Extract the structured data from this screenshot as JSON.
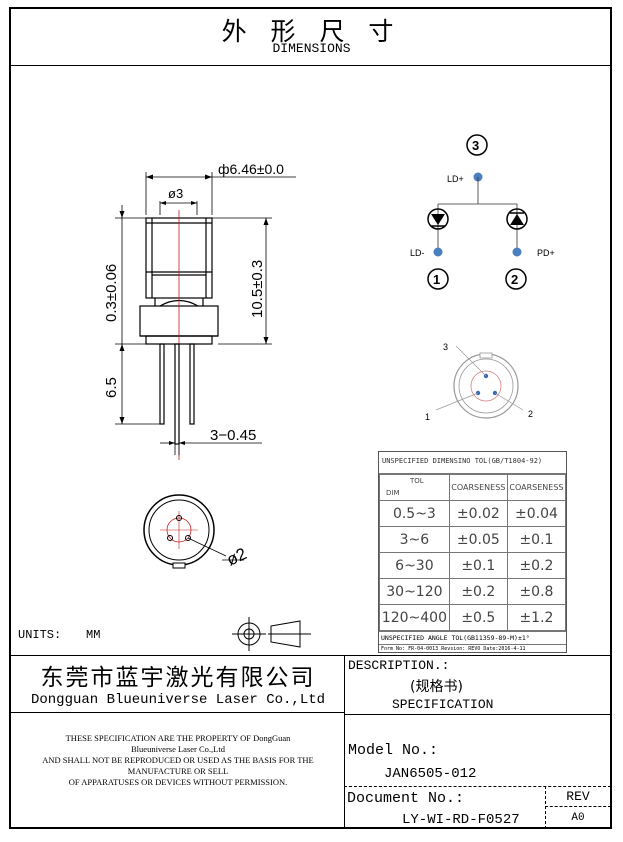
{
  "header": {
    "title_cn": "外 形 尺 寸",
    "title_en": "DIMENSIONS"
  },
  "drawing": {
    "dim_diameter": "ф6.46±0.0",
    "dim_inner_diameter": "ø3",
    "dim_left_height": "0.3±0.06",
    "dim_right_height": "10.5±0.3",
    "dim_pin_length": "6.5",
    "dim_pin_spec": "3−0.45",
    "dim_pcd": "ø2"
  },
  "pinout": {
    "pin3_label": "3",
    "pin1_label": "1",
    "pin2_label": "2",
    "ld_plus": "LD+",
    "ld_minus": "LD-",
    "pd_plus": "PD+"
  },
  "bottom_view": {
    "label_3": "3",
    "label_1": "1",
    "label_2": "2"
  },
  "tolerance_table": {
    "header": "UNSPECIFIED DIMENSINO TOL(GB/T1804-92)",
    "col_tol": "TOL",
    "col_dim": "DIM",
    "col1": "COARSENESS",
    "col2": "COARSENESS",
    "rows": [
      {
        "dim": "0.5~3",
        "a": "±0.02",
        "b": "±0.04"
      },
      {
        "dim": "3~6",
        "a": "±0.05",
        "b": "±0.1"
      },
      {
        "dim": "6~30",
        "a": "±0.1",
        "b": "±0.2"
      },
      {
        "dim": "30~120",
        "a": "±0.2",
        "b": "±0.8"
      },
      {
        "dim": "120~400",
        "a": "±0.5",
        "b": "±1.2"
      }
    ],
    "angle_tol": "UNSPECIFIED ANGLE TOL(GB11359-89-M)±1°",
    "form_line": "Form No: FR-04-0013 Revsion: REVO Date:2016-4-11"
  },
  "units": {
    "label": "UNITS:",
    "value": "MM"
  },
  "title_block": {
    "company_cn": "东莞市蓝宇激光有限公司",
    "company_en": "Dongguan Blueuniverse Laser Co.,Ltd",
    "description_label": "DESCRIPTION.:",
    "description_cn": "(规格书)",
    "description_en": "SPECIFICATION",
    "notice_lines": [
      "THESE SPECIFICATION ARE THE PROPERTY OF DongGuan",
      "Blueuniverse Laser Co.,Ltd",
      "AND SHALL NOT BE REPRODUCED OR USED AS THE BASIS FOR THE",
      "MANUFACTURE OR SELL",
      "OF APPARATUSES OR DEVICES WITHOUT PERMISSION."
    ],
    "model_label": "Model No.:",
    "model_value": "JAN6505-012",
    "document_label": "Document No.:",
    "document_value": "LY-WI-RD-F0527",
    "rev_label": "REV",
    "rev_value": "A0"
  }
}
